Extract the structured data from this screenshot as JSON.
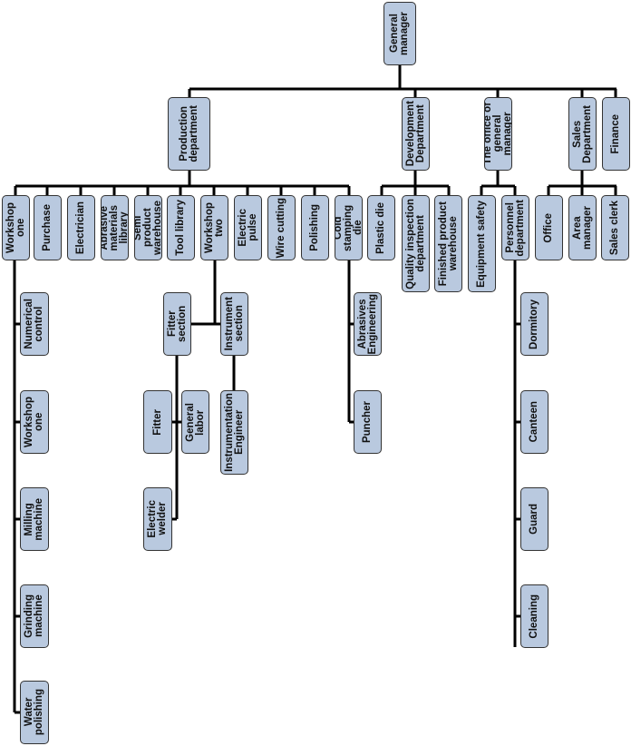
{
  "root": "General\nmanager",
  "level2": {
    "production": "Production\ndepartment",
    "development": "Development\nDepartment",
    "office_gm": "The office of\ngeneral\nmanager",
    "sales": "Sales\nDepartment",
    "finance": "Finance"
  },
  "production_children": [
    "Workshop\none",
    "Purchase",
    "Electrician",
    "Abrasive\nmaterials\nlibrary",
    "Semi product\nwarehouse",
    "Tool library",
    "Workshop\ntwo",
    "Electric\npulse",
    "Wire cutting",
    "Polishing",
    "Cold\nstamping die"
  ],
  "development_children": [
    "Plastic die",
    "Quality inspection\ndepartment",
    "Finished product\nwarehouse"
  ],
  "office_children": [
    "Equipment safety",
    "Personnel\ndepartment"
  ],
  "sales_children": [
    "Office",
    "Area\nmanager",
    "Sales clerk"
  ],
  "workshop_one_children": [
    "Numerical\ncontrol",
    "Workshop\none",
    "Milling\nmachine",
    "Grinding\nmachine",
    "Water\npolishing"
  ],
  "workshop_two_children": [
    "Fitter section",
    "Instrument\nsection"
  ],
  "fitter_children": [
    "Fitter",
    "General\nlabor",
    "Electric\nwelder"
  ],
  "instrument_children": [
    "Instrumentation\nEngineer"
  ],
  "cold_stamping_children": [
    "Abrasives\nEngineering",
    "Puncher"
  ],
  "personnel_children": [
    "Dormitory",
    "Canteen",
    "Guard",
    "Cleaning"
  ]
}
